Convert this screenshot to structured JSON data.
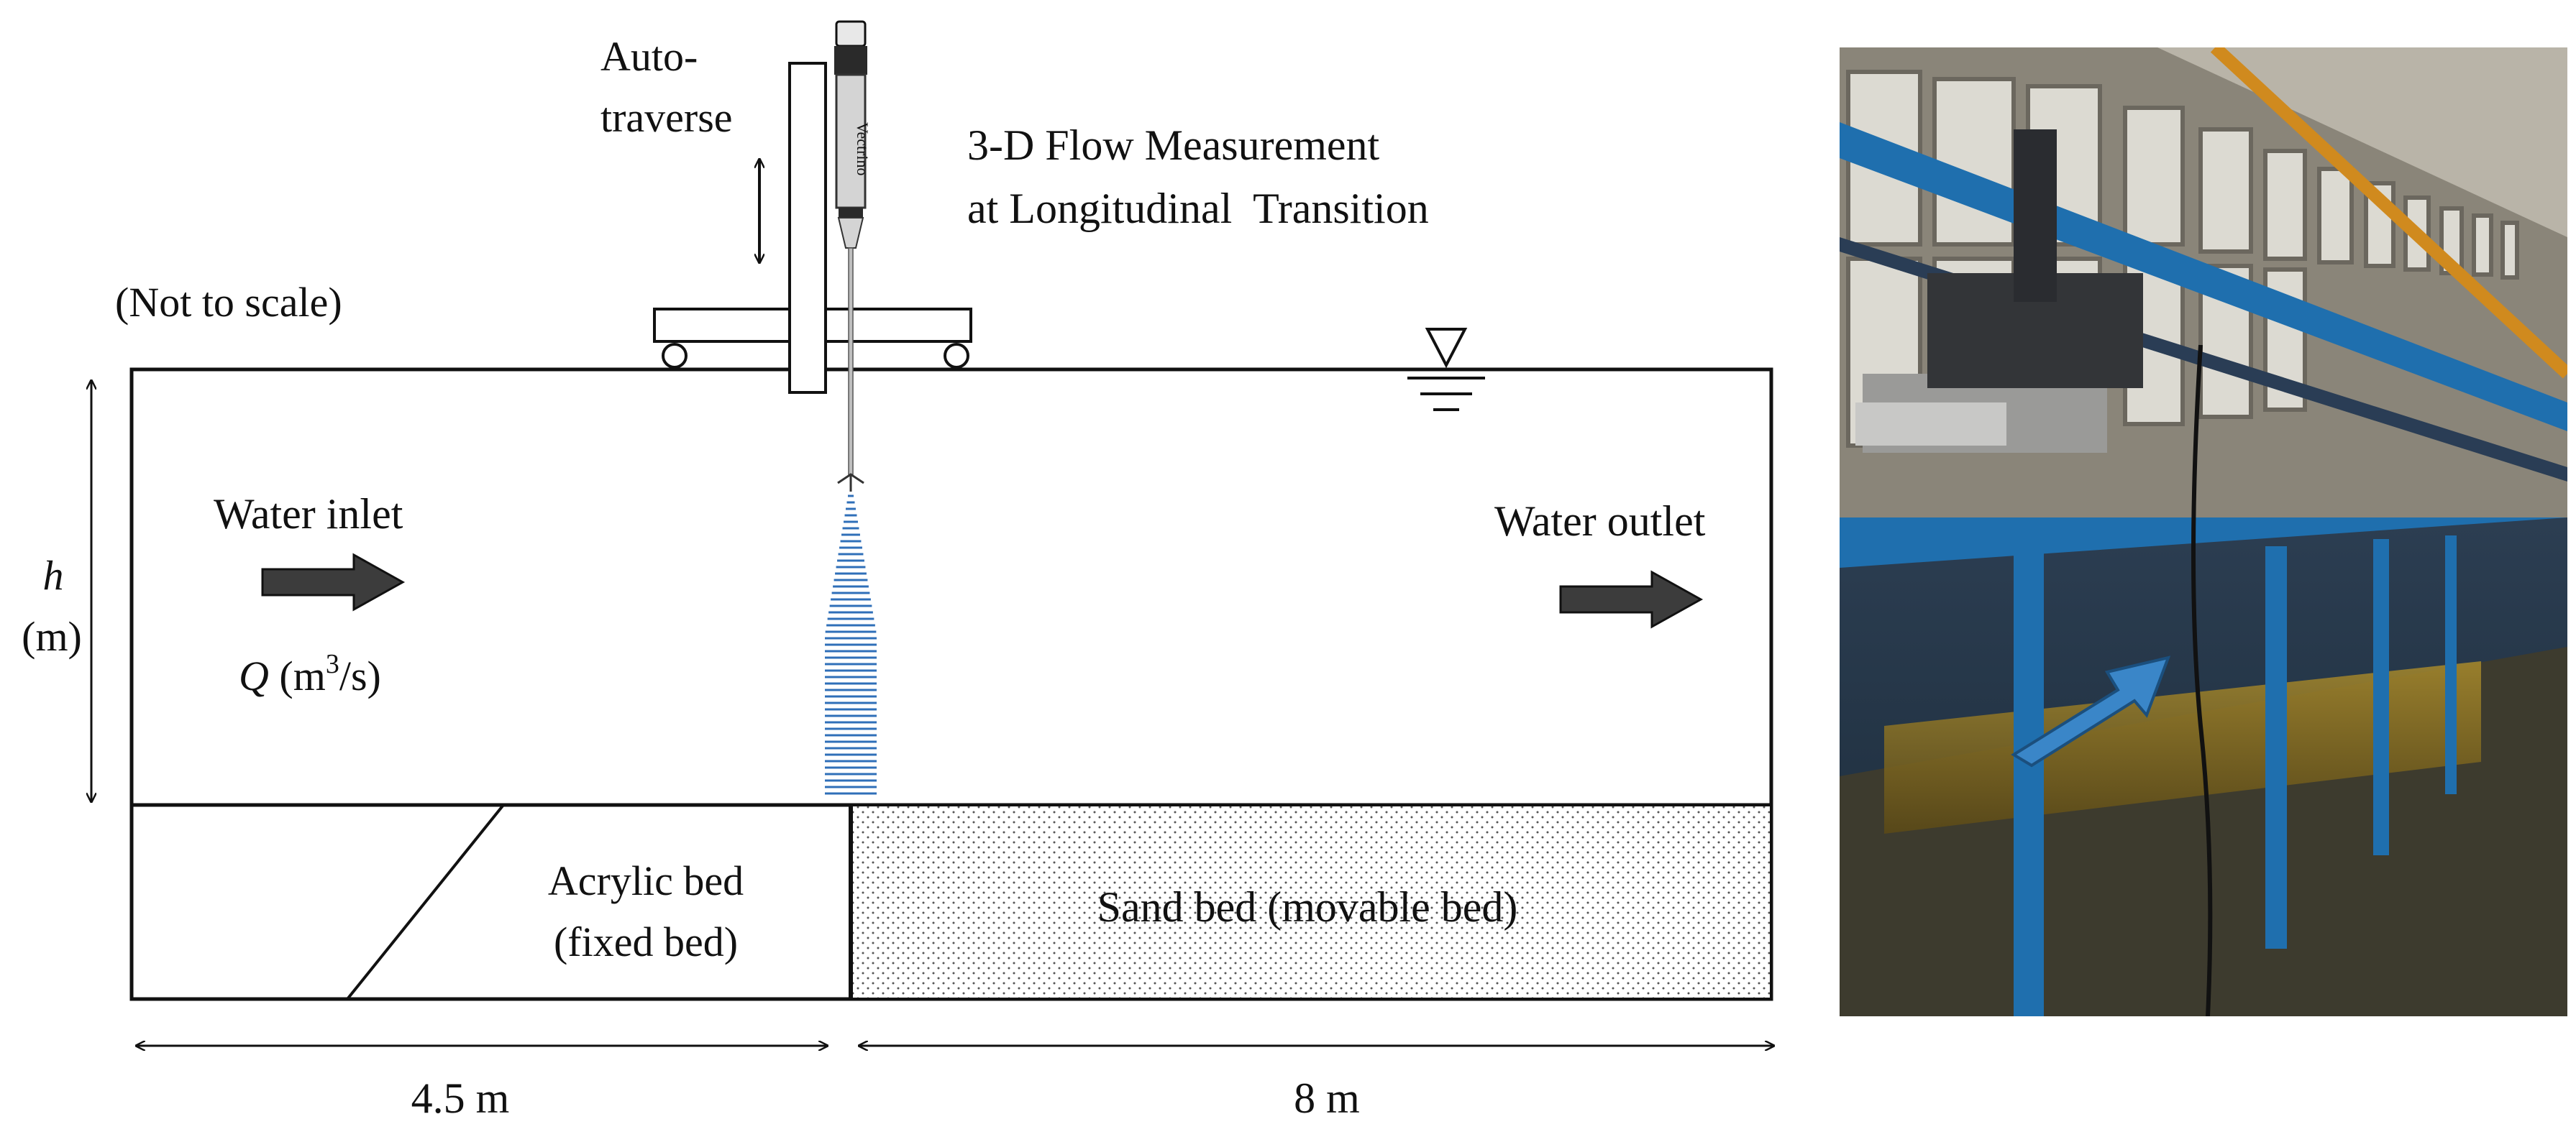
{
  "diagram": {
    "title_line1": "3-D Flow Measurement",
    "title_line2": "at Longitudinal  Transition",
    "not_to_scale": "(Not to scale)",
    "auto_traverse_line1": "Auto-",
    "auto_traverse_line2": "traverse",
    "probe_brand": "Vectrino",
    "water_inlet": "Water inlet",
    "water_outlet": "Water outlet",
    "depth_symbol": "h",
    "depth_unit": "(m)",
    "discharge_symbol": "Q",
    "discharge_unit_open": " (m",
    "discharge_unit_exp": "3",
    "discharge_unit_close": "/s)",
    "acrylic_line1": "Acrylic bed",
    "acrylic_line2": "(fixed bed)",
    "sand_bed": "Sand bed (movable bed)",
    "dim_left": "4.5 m",
    "dim_right": "8 m"
  },
  "colors": {
    "line": "#111111",
    "beam": "#2f6fb8",
    "arrow_fill": "#3c3c3c",
    "photo_arrow": "#3a86c8",
    "photo_frame": "#1f6fae"
  },
  "photo": {
    "subject": "laboratory flume photograph"
  }
}
